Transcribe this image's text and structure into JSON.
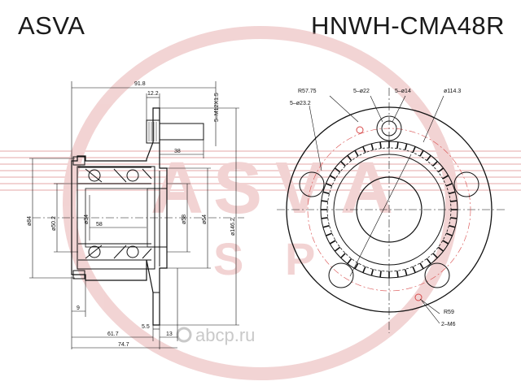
{
  "header": {
    "brand": "ASVA",
    "part_number": "HNWH-CMA48R"
  },
  "watermark": {
    "domain": "abcp.ru",
    "logo_letters": [
      "A",
      "S",
      "V",
      "A"
    ],
    "sub_letters": [
      "S",
      "P"
    ]
  },
  "colors": {
    "line": "#111111",
    "watermark": "#e8b0b0",
    "watermark_text": "#c9c9c9",
    "center_line": "#d84a4a"
  },
  "side_view": {
    "dims": {
      "overall_length": "91.8",
      "stud_thread_len": "12.2",
      "stud_thread": "5–M12X1.5",
      "stud_len": "38",
      "dia_84": "ø84",
      "dia_50_2": "ø50.2",
      "dia_34": "ø34",
      "len_58": "58",
      "dia_58": "ø58",
      "dia_64": "ø64",
      "dia_146_2": "ø146.2",
      "len_9": "9",
      "len_5_5": "5.5",
      "len_61_7": "61.7",
      "len_13": "13",
      "len_74_7": "74.7"
    }
  },
  "front_view": {
    "dims": {
      "r_57_75": "R57.75",
      "holes_23_2": "5–ø23.2",
      "holes_22": "5–ø22",
      "holes_14": "5–ø14",
      "pcd_114_3": "ø114.3",
      "r_59": "R59",
      "m6": "2–M6"
    }
  }
}
